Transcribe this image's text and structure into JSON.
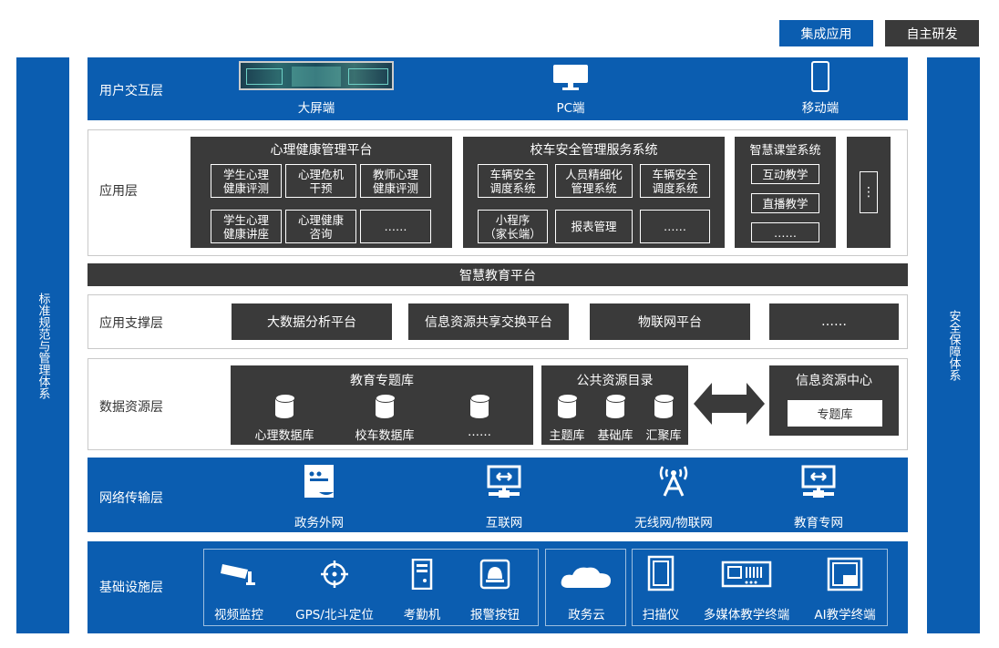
{
  "legend": {
    "integrated": "集成应用",
    "self_dev": "自主研发"
  },
  "left_side": "标准规范与管理体系",
  "right_side": "安全保障体系",
  "user_layer": {
    "label": "用户交互层",
    "items": [
      "大屏端",
      "PC端",
      "移动端"
    ]
  },
  "app_layer": {
    "label": "应用层",
    "psych": {
      "title": "心理健康管理平台",
      "cells": [
        "学生心理\n健康评测",
        "心理危机\n干预",
        "教师心理\n健康评测",
        "学生心理\n健康讲座",
        "心理健康\n咨询",
        "……"
      ]
    },
    "bus": {
      "title": "校车安全管理服务系统",
      "cells": [
        "车辆安全\n调度系统",
        "人员精细化\n管理系统",
        "车辆安全\n调度系统",
        "小程序\n（家长端）",
        "报表管理",
        "……"
      ]
    },
    "classroom": {
      "title": "智慧课堂系统",
      "cells": [
        "互动教学",
        "直播教学",
        "……"
      ]
    },
    "more": "⋮"
  },
  "platform": "智慧教育平台",
  "support_layer": {
    "label": "应用支撑层",
    "items": [
      "大数据分析平台",
      "信息资源共享交换平台",
      "物联网平台",
      "……"
    ]
  },
  "data_layer": {
    "label": "数据资源层",
    "edu": {
      "title": "教育专题库",
      "items": [
        "心理数据库",
        "校车数据库",
        "……"
      ]
    },
    "public": {
      "title": "公共资源目录",
      "items": [
        "主题库",
        "基础库",
        "汇聚库"
      ]
    },
    "center": {
      "title": "信息资源中心",
      "item": "专题库"
    }
  },
  "network_layer": {
    "label": "网络传输层",
    "items": [
      "政务外网",
      "互联网",
      "无线网/物联网",
      "教育专网"
    ]
  },
  "infra_layer": {
    "label": "基础设施层",
    "group1": [
      "视频监控",
      "GPS/北斗定位",
      "考勤机",
      "报警按钮"
    ],
    "group2": [
      "政务云"
    ],
    "group3": [
      "扫描仪",
      "多媒体教学终端",
      "AI教学终端"
    ]
  },
  "colors": {
    "blue": "#0b5db0",
    "dark": "#3a3a3a"
  }
}
